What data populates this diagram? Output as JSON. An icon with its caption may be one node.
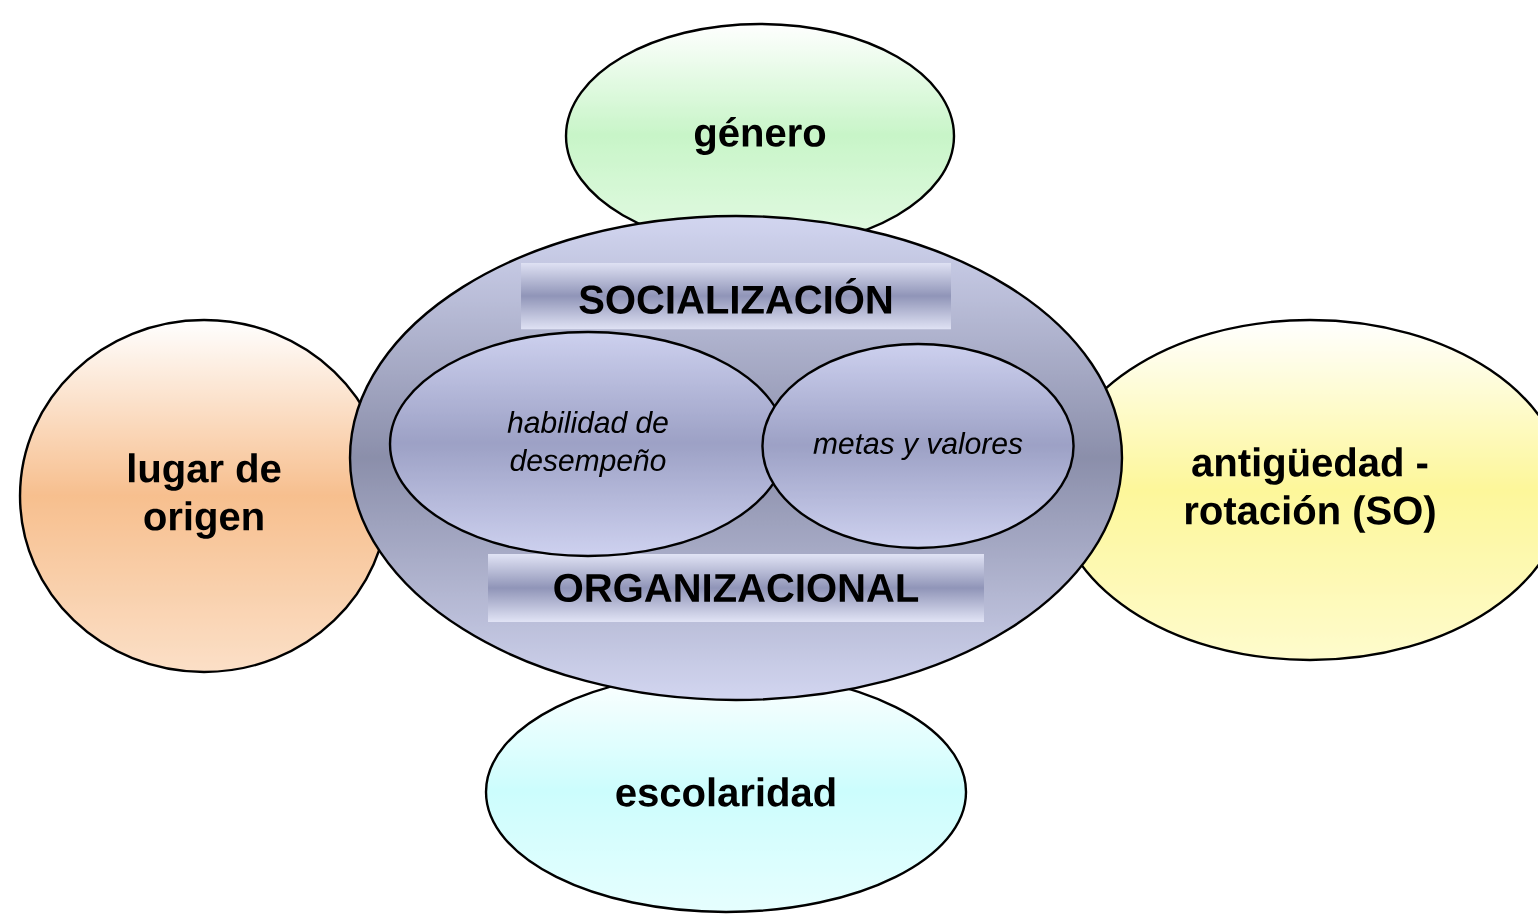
{
  "diagram": {
    "nodes": [
      {
        "text": [
          "género"
        ]
      },
      {
        "text": [
          "lugar de origen"
        ]
      },
      {
        "text": [
          "SOCIALIZACIÓN",
          "ORGANIZACIONAL"
        ]
      },
      {
        "text": [
          "habilidad de desempeño"
        ],
        "in": 2
      },
      {
        "text": [
          "metas y valores"
        ],
        "in": 2
      },
      {
        "text": [
          "antigüedad - rotación (SO)"
        ]
      },
      {
        "text": [
          "escolaridad"
        ]
      }
    ]
  }
}
